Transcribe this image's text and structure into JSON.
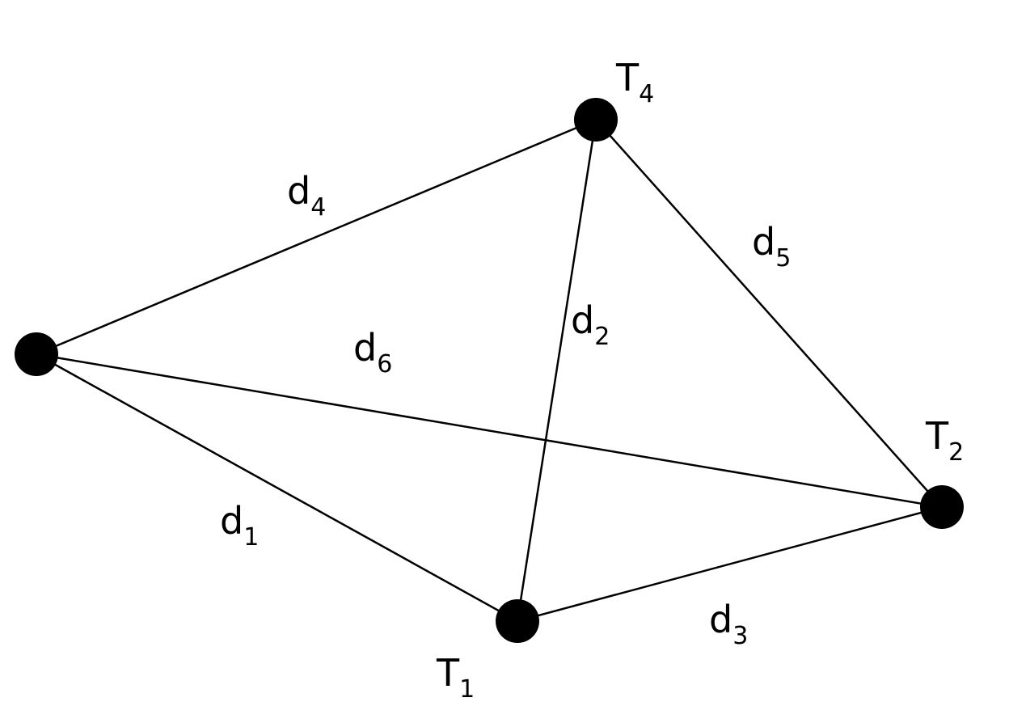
{
  "nodes": [
    {
      "id": "T1",
      "label": {
        "main": "T",
        "sub": "1"
      }
    },
    {
      "id": "T2",
      "label": {
        "main": "T",
        "sub": "2"
      }
    },
    {
      "id": "T4",
      "label": {
        "main": "T",
        "sub": "4"
      }
    },
    {
      "id": "unlabeled",
      "label": {
        "main": "",
        "sub": ""
      }
    }
  ],
  "edges": [
    {
      "id": "d1",
      "from": "unlabeled",
      "to": "T1",
      "label": {
        "main": "d",
        "sub": "1"
      }
    },
    {
      "id": "d2",
      "from": "T4",
      "to": "T1",
      "label": {
        "main": "d",
        "sub": "2"
      }
    },
    {
      "id": "d3",
      "from": "T1",
      "to": "T2",
      "label": {
        "main": "d",
        "sub": "3"
      }
    },
    {
      "id": "d4",
      "from": "unlabeled",
      "to": "T4",
      "label": {
        "main": "d",
        "sub": "4"
      }
    },
    {
      "id": "d5",
      "from": "T4",
      "to": "T2",
      "label": {
        "main": "d",
        "sub": "5"
      }
    },
    {
      "id": "d6",
      "from": "unlabeled",
      "to": "T2",
      "label": {
        "main": "d",
        "sub": "6"
      }
    }
  ],
  "colors": {
    "stroke": "#000000",
    "node_fill": "#000000",
    "background": "#ffffff"
  }
}
